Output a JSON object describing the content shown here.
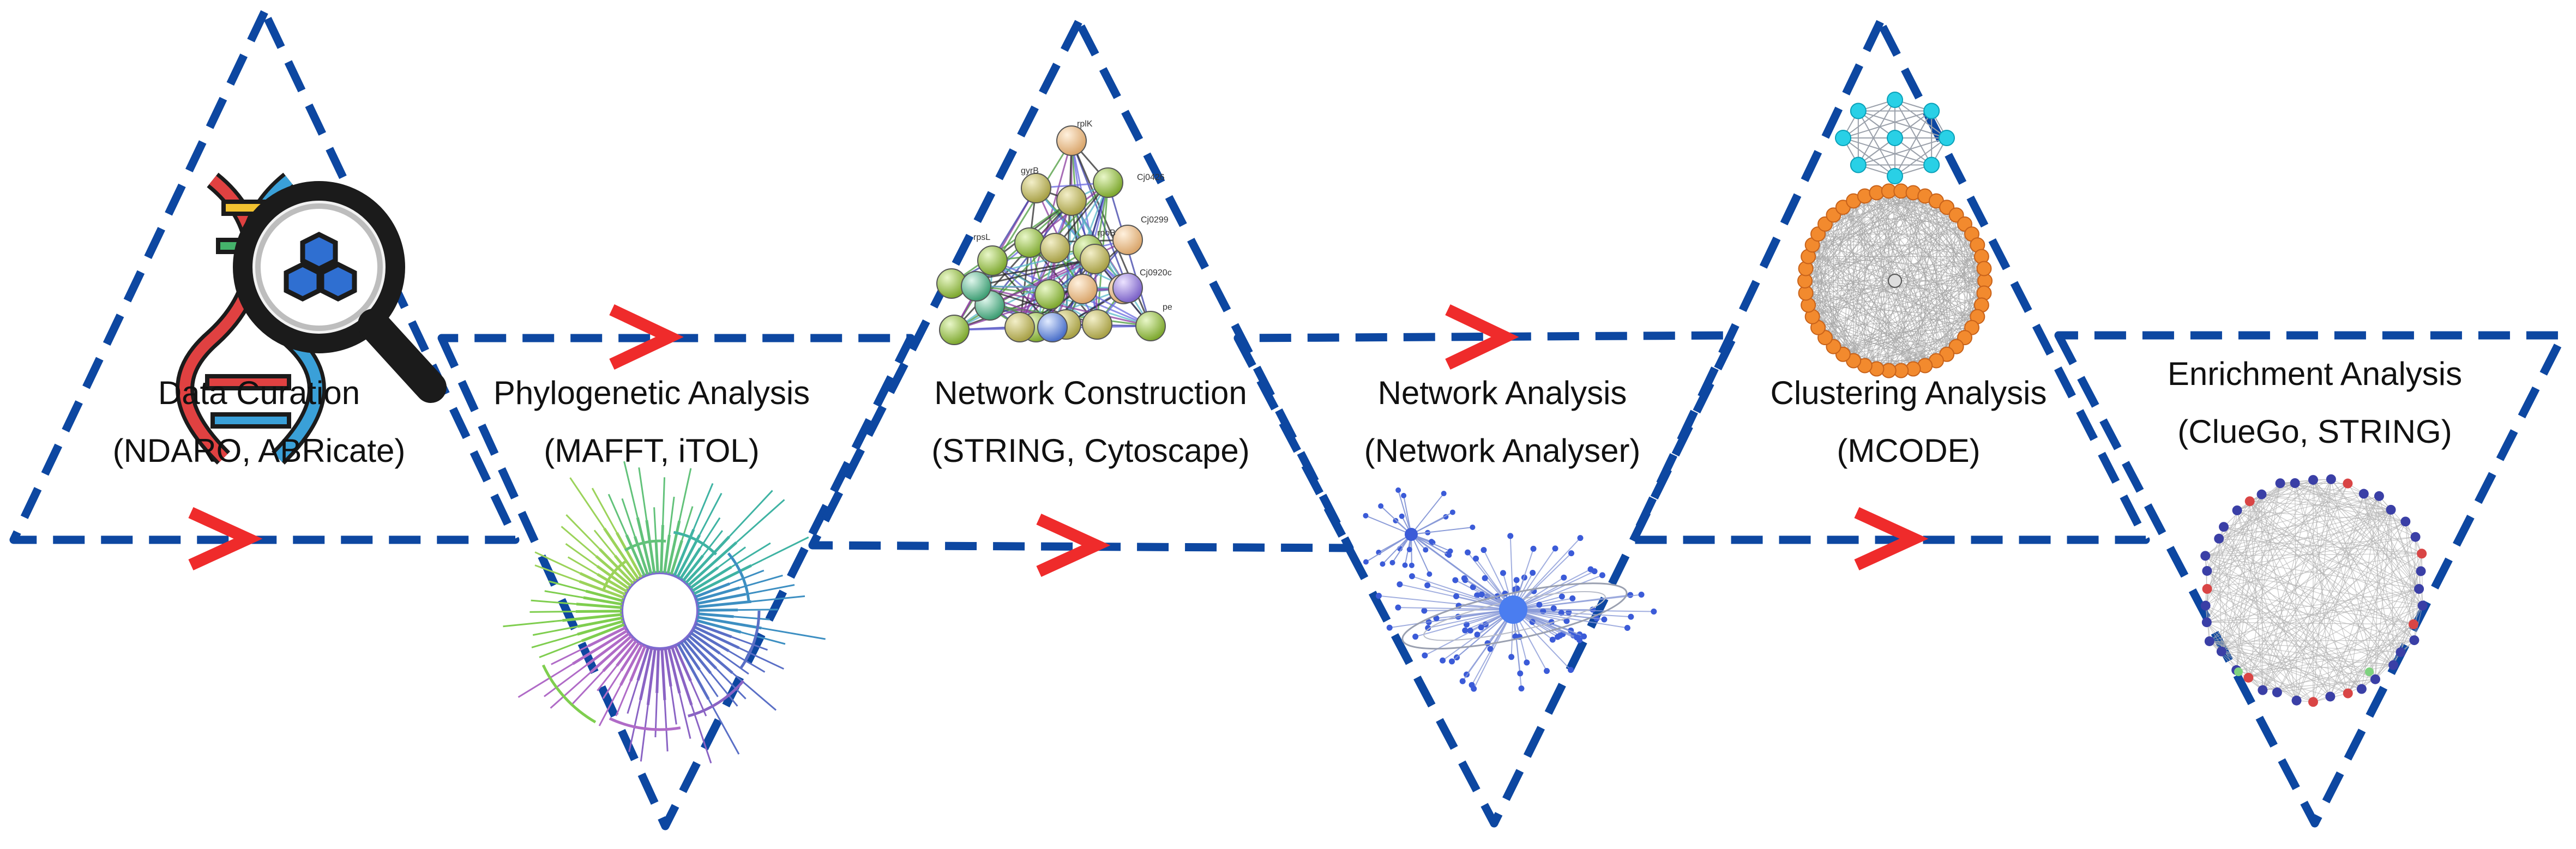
{
  "stages": [
    {
      "title": "Data Curation",
      "tools": "(NDARO, ABRicate)",
      "icon": "dna-magnifier-icon"
    },
    {
      "title": "Phylogenetic Analysis",
      "tools": "(MAFFT, iTOL)",
      "icon": "phylogenetic-tree-icon"
    },
    {
      "title": "Network Construction",
      "tools": "(STRING, Cytoscape)",
      "icon": "string-network-icon"
    },
    {
      "title": "Network Analysis",
      "tools": "(Network Analyser)",
      "icon": "network-graph-icon"
    },
    {
      "title": "Clustering Analysis",
      "tools": "(MCODE)",
      "icon": "cluster-network-icon"
    },
    {
      "title": "Enrichment Analysis",
      "tools": "(ClueGo, STRING)",
      "icon": "enrichment-network-icon"
    }
  ],
  "network_node_labels": [
    "rplK",
    "Cj0426",
    "gyrB",
    "Cj0299",
    "rpoB",
    "rpsL",
    "Cj0920c",
    "pe"
  ],
  "colors": {
    "outline": "#0d47a1",
    "arrow": "#ef2b2b",
    "text": "#111111"
  }
}
